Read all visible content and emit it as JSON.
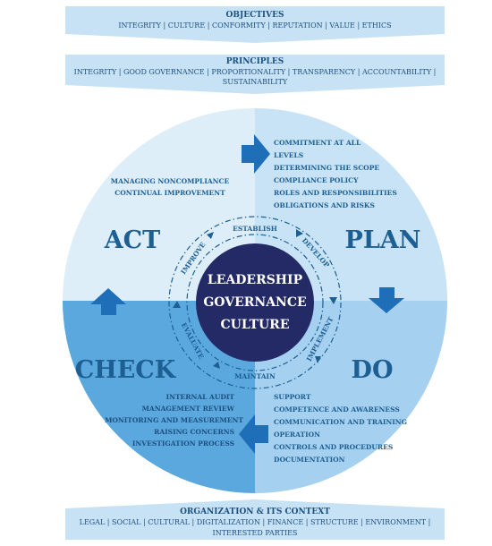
{
  "objectives": {
    "title": "OBJECTIVES",
    "items": "INTEGRITY | CULTURE | CONFORMITY | REPUTATION | VALUE | ETHICS"
  },
  "principles": {
    "title": "PRINCIPLES",
    "line1": "INTEGRITY | GOOD GOVERNANCE | PROPORTIONALITY | TRANSPARENCY | ACCOUNTABILITY |",
    "line2": "SUSTAINABILITY"
  },
  "context": {
    "title": "ORGANIZATION & ITS CONTEXT",
    "line1": "LEGAL | SOCIAL | CULTURAL | DIGITALIZATION | FINANCE | STRUCTURE | ENVIRONMENT |",
    "line2": "INTERESTED PARTIES"
  },
  "core": {
    "line1": "LEADERSHIP",
    "line2": "GOVERNANCE",
    "line3": "CULTURE"
  },
  "ring": {
    "establish": "ESTABLISH",
    "develop": "DEVELOP",
    "implement": "IMPLEMENT",
    "maintain": "MAINTAIN",
    "evaluate": "EVALUATE",
    "improve": "IMPROVE"
  },
  "quadrants": {
    "act": {
      "label": "ACT",
      "items": [
        "MANAGING NONCOMPLIANCE",
        "CONTINUAL IMPROVEMENT"
      ]
    },
    "plan": {
      "label": "PLAN",
      "items": [
        "COMMITMENT AT ALL",
        "LEVELS",
        "DETERMINING THE SCOPE",
        "COMPLIANCE POLICY",
        "ROLES AND RESPONSIBILITIES",
        "OBLIGATIONS AND RISKS"
      ]
    },
    "do": {
      "label": "DO",
      "items": [
        "SUPPORT",
        "COMPETENCE AND AWARENESS",
        "COMMUNICATION AND TRAINING",
        "OPERATION",
        "CONTROLS AND PROCEDURES",
        "DOCUMENTATION"
      ]
    },
    "check": {
      "label": "CHECK",
      "items": [
        "INTERNAL AUDIT",
        "MANAGEMENT REVIEW",
        "MONITORING AND MEASUREMENT",
        "RAISING CONCERNS",
        "INVESTIGATION PROCESS"
      ]
    }
  },
  "colors": {
    "banner": "#c6e2f4",
    "text_dark": "#1d5f93",
    "act_fill": "#deeef9",
    "plan_fill": "#c7e3f5",
    "check_fill": "#5aa8de",
    "do_fill": "#a5d0ef",
    "core": "#232a66",
    "arrow": "#1f6eb8"
  }
}
